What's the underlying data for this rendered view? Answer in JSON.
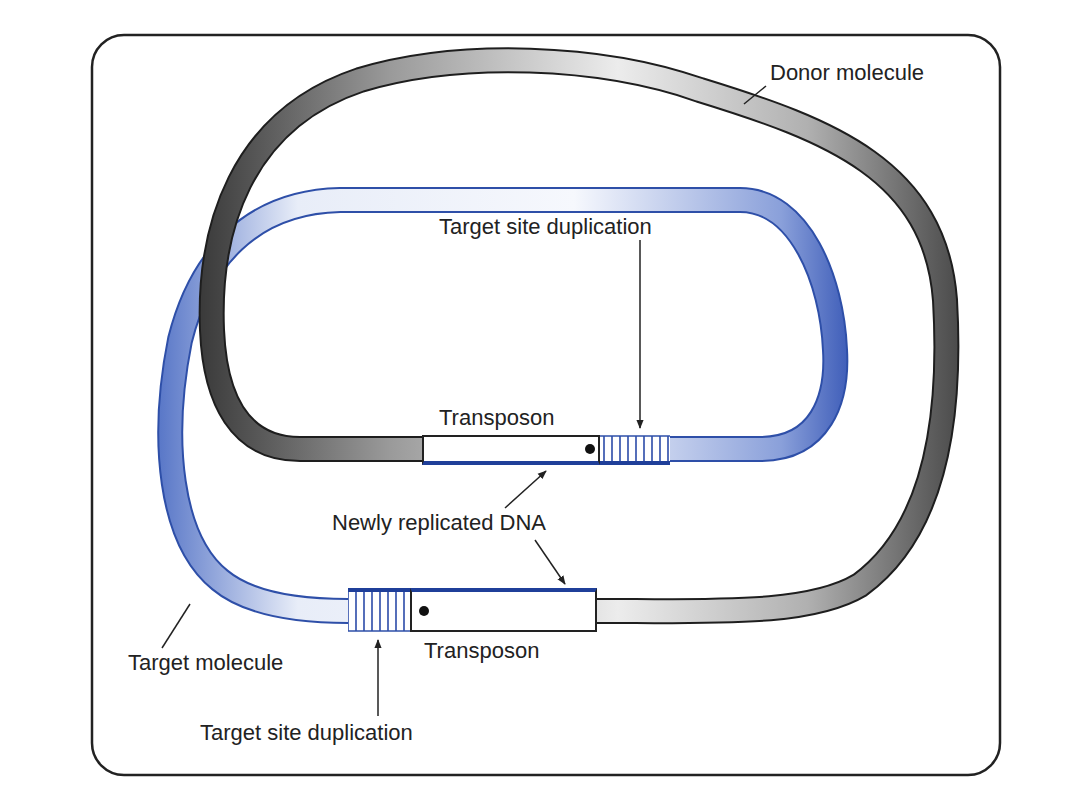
{
  "diagram": {
    "nodes": [
      {
        "text": [
          "Transposon"
        ]
      },
      {
        "text": [
          "Transposon"
        ]
      }
    ],
    "labels": [
      "Donor molecule",
      "Target site duplication",
      "Newly replicated DNA",
      "Target molecule",
      "Target site duplication"
    ]
  }
}
